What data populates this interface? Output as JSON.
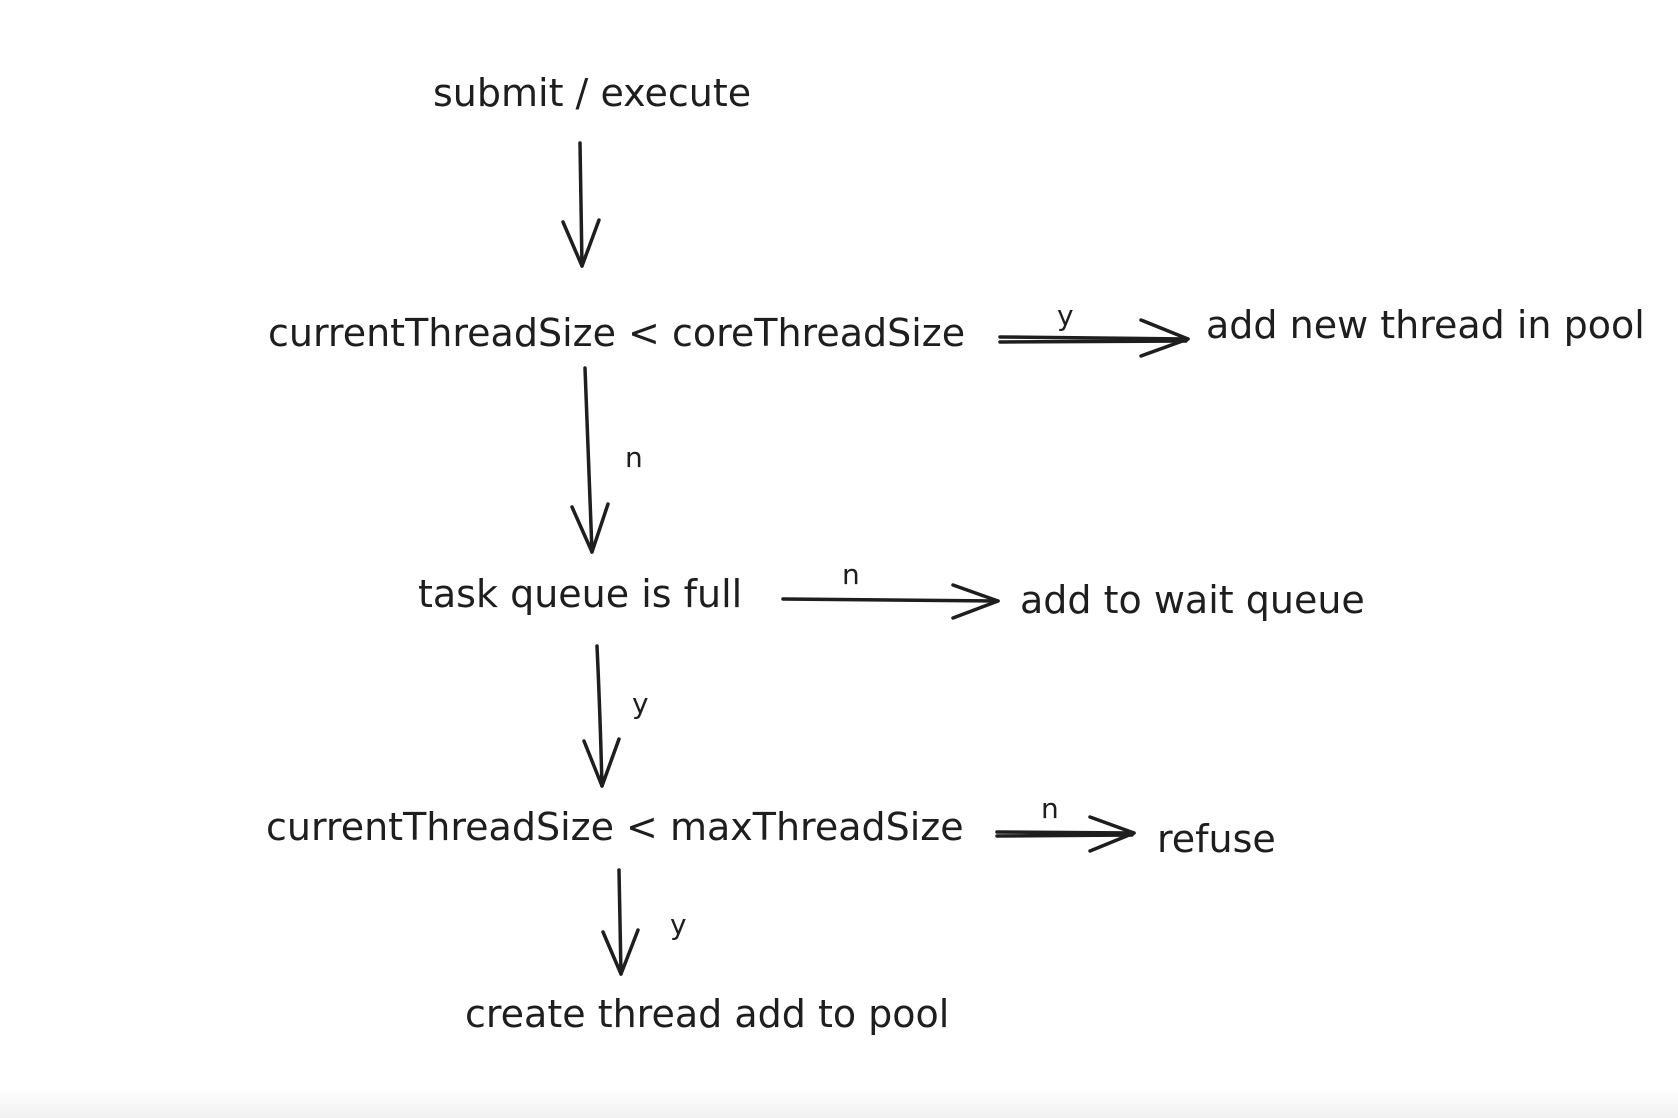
{
  "diagram": {
    "nodes": {
      "submit": "submit / execute",
      "core_check": "currentThreadSize < coreThreadSize",
      "add_new_thread": "add new thread in pool",
      "queue_full": "task queue is full",
      "add_wait_queue": "add to wait queue",
      "max_check": "currentThreadSize < maxThreadSize",
      "refuse": "refuse",
      "create_thread": "create thread add to pool"
    },
    "edges": {
      "core_yes": "y",
      "core_no": "n",
      "queue_no": "n",
      "queue_yes": "y",
      "max_no": "n",
      "max_yes": "y"
    },
    "colors": {
      "ink": "#1e1e1e",
      "background": "#ffffff"
    }
  }
}
